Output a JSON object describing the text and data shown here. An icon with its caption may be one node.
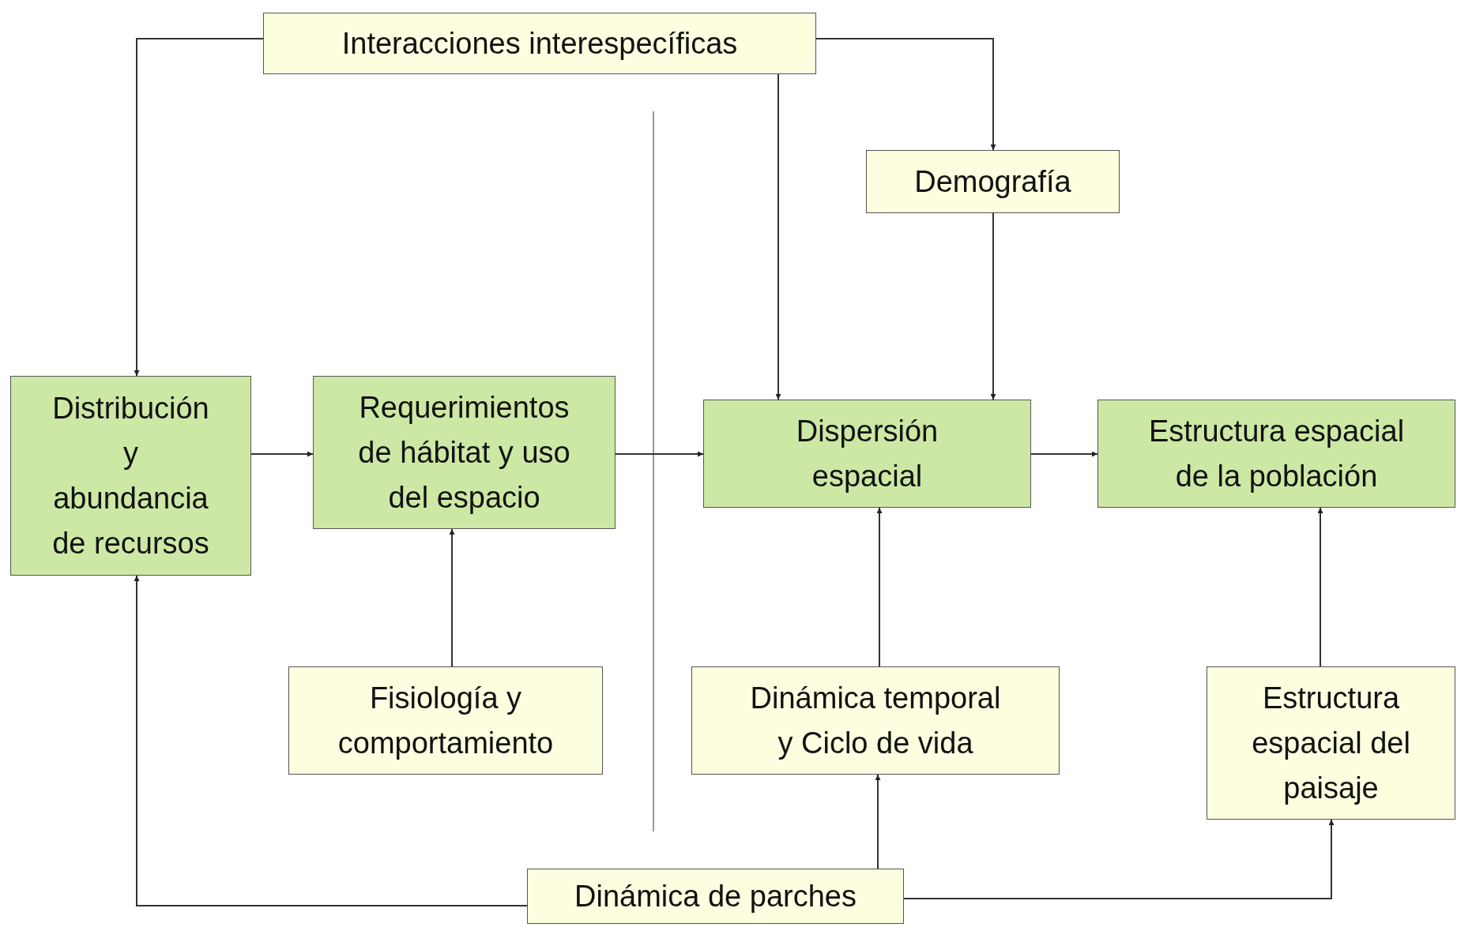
{
  "diagram": {
    "nodes": [
      {
        "text": [
          "Interacciones interespecíficas"
        ]
      },
      {
        "text": [
          "Demografía"
        ]
      },
      {
        "text": [
          "Distribución y abundancia de recursos"
        ]
      },
      {
        "text": [
          "Requerimientos de hábitat y uso del espacio"
        ]
      },
      {
        "text": [
          "Dispersión espacial"
        ]
      },
      {
        "text": [
          "Estructura espacial de la población"
        ]
      },
      {
        "text": [
          "Fisiología y comportamiento"
        ]
      },
      {
        "text": [
          "Dinámica temporal y Ciclo de vida"
        ]
      },
      {
        "text": [
          "Estructura espacial del paisaje"
        ]
      },
      {
        "text": [
          "Dinámica de parches"
        ]
      }
    ],
    "edges": [
      {
        "from": 0,
        "to": 2,
        "arrow": "to"
      },
      {
        "from": 0,
        "to": 4,
        "arrow": "to"
      },
      {
        "from": 0,
        "to": 1,
        "arrow": "to"
      },
      {
        "from": 1,
        "to": 4,
        "arrow": "to"
      },
      {
        "from": 2,
        "to": 3,
        "arrow": "to"
      },
      {
        "from": 3,
        "to": 4,
        "arrow": "to"
      },
      {
        "from": 4,
        "to": 5,
        "arrow": "to"
      },
      {
        "from": 6,
        "to": 3,
        "arrow": "to"
      },
      {
        "from": 7,
        "to": 4,
        "arrow": "to"
      },
      {
        "from": 8,
        "to": 5,
        "arrow": "to"
      },
      {
        "from": 9,
        "to": 2,
        "arrow": "to"
      },
      {
        "from": 9,
        "to": 7,
        "arrow": "to"
      },
      {
        "from": 9,
        "to": 8,
        "arrow": "to"
      }
    ]
  }
}
